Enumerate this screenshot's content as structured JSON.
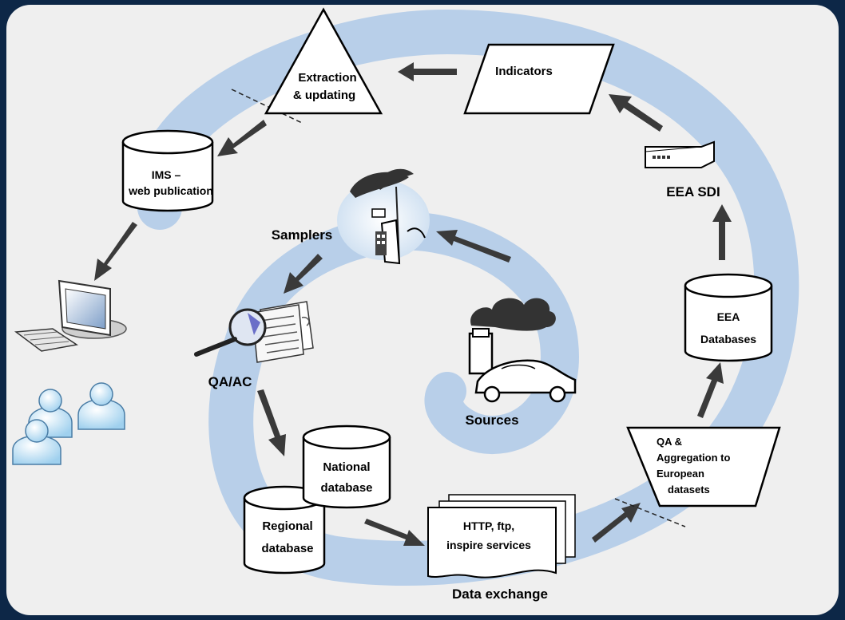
{
  "labels": {
    "extraction": [
      "Extraction",
      "& updating"
    ],
    "indicators": "Indicators",
    "ims": [
      "IMS –",
      "web publication"
    ],
    "eea_sdi": "EEA SDI",
    "samplers": "Samplers",
    "eea_databases": [
      "EEA",
      "Databases"
    ],
    "qa_ac": "QA/AC",
    "sources": "Sources",
    "national_db": [
      "National",
      "database"
    ],
    "regional_db": [
      "Regional",
      "database"
    ],
    "qa_aggregation": [
      "QA &",
      "Aggregation to",
      "European",
      "datasets"
    ],
    "http": [
      "HTTP, ftp,",
      "inspire services"
    ],
    "data_exchange": "Data exchange"
  },
  "colors": {
    "background": "#0d2747",
    "panel": "#efefef",
    "spiral": "#b8cfe9",
    "arrow": "#3a3a3a"
  }
}
